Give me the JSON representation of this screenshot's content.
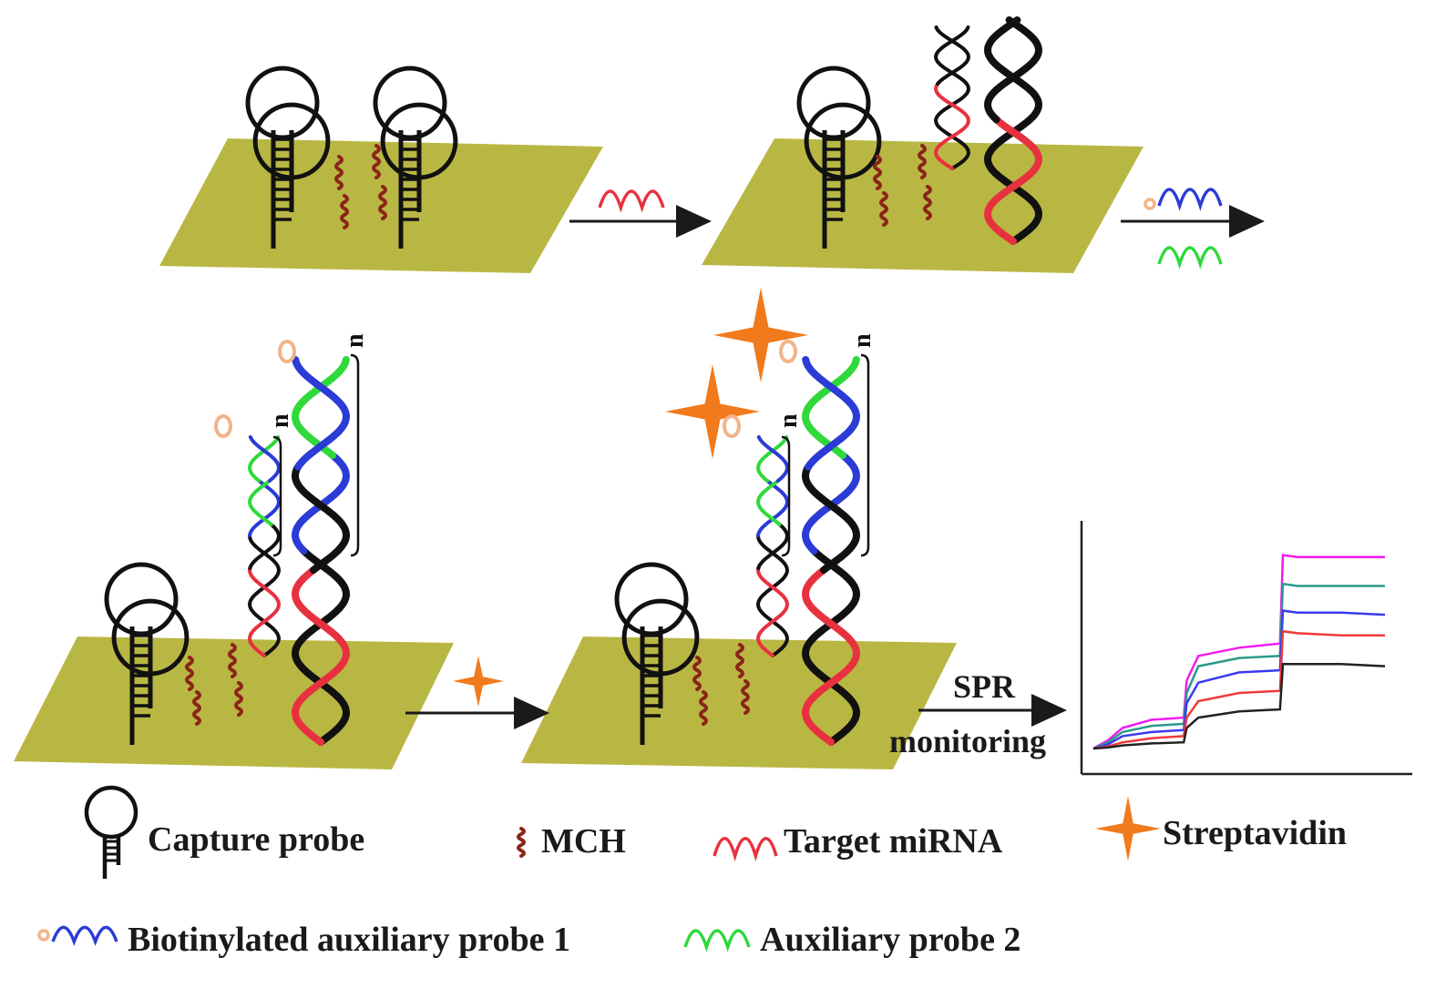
{
  "arrow_labels": {
    "spr_line1": "SPR",
    "spr_line2": "monitoring"
  },
  "repeat_label": "n",
  "legend": {
    "capture_probe": "Capture probe",
    "mch": "MCH",
    "target_mirna": "Target miRNA",
    "streptavidin": "Streptavidin",
    "biotinylated_probe": "Biotinylated auxiliary probe 1",
    "auxiliary_probe_2": "Auxiliary probe 2"
  },
  "colors": {
    "gold_surface": "#b9b743",
    "target": "#e8313f",
    "probe1": "#2b3bd6",
    "probe2": "#2fd93a",
    "strand": "#111111",
    "mch": "#8b2418",
    "streptavidin": "#f07a1c",
    "biotin": "#f2b48a",
    "spr_magenta": "#f01cf0",
    "spr_teal": "#2a9a8a",
    "spr_blue": "#3a3af0",
    "spr_red": "#f03a3a",
    "spr_black": "#222222"
  },
  "chart_data": {
    "type": "line",
    "title": "",
    "xlabel": "",
    "ylabel": "",
    "x": [
      0,
      0.05,
      0.1,
      0.2,
      0.31,
      0.32,
      0.36,
      0.5,
      0.64,
      0.65,
      0.7,
      0.85,
      1.0
    ],
    "series": [
      {
        "color": "#f01cf0",
        "values": [
          0,
          0.04,
          0.1,
          0.14,
          0.15,
          0.33,
          0.45,
          0.49,
          0.51,
          0.94,
          0.93,
          0.93,
          0.93
        ]
      },
      {
        "color": "#2a9a8a",
        "values": [
          0,
          0.03,
          0.08,
          0.11,
          0.12,
          0.27,
          0.4,
          0.44,
          0.45,
          0.8,
          0.79,
          0.79,
          0.79
        ]
      },
      {
        "color": "#3a3af0",
        "values": [
          0,
          0.02,
          0.06,
          0.08,
          0.09,
          0.22,
          0.32,
          0.37,
          0.38,
          0.67,
          0.66,
          0.66,
          0.65
        ]
      },
      {
        "color": "#f03a3a",
        "values": [
          0,
          0.01,
          0.03,
          0.05,
          0.06,
          0.15,
          0.23,
          0.27,
          0.28,
          0.57,
          0.56,
          0.55,
          0.55
        ]
      },
      {
        "color": "#222222",
        "values": [
          0,
          0.005,
          0.015,
          0.025,
          0.03,
          0.1,
          0.15,
          0.18,
          0.19,
          0.41,
          0.41,
          0.41,
          0.4
        ]
      }
    ],
    "ylim": [
      0,
      1
    ]
  }
}
